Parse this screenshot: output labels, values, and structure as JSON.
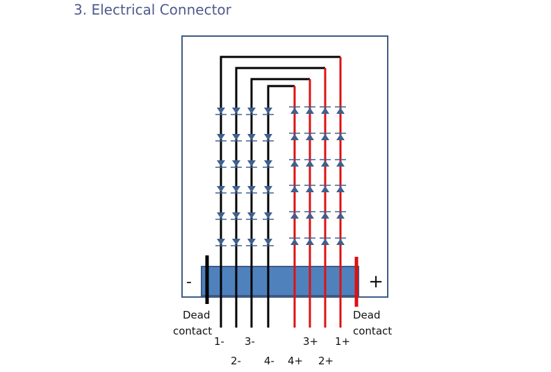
{
  "heading": "3. Electrical Connector",
  "signs": {
    "minus": "-",
    "plus": "+"
  },
  "dead_contact": {
    "line1": "Dead",
    "line2": "contact"
  },
  "terminals": [
    "1-",
    "2-",
    "3-",
    "4-",
    "4+",
    "3+",
    "2+",
    "1+"
  ],
  "colors": {
    "negative_wire": "#000000",
    "positive_wire": "#dd1111",
    "frame": "#3d5a84",
    "connector_block": "#4f81bd",
    "diode": "#3f5f8f"
  },
  "icons": {
    "led": "diode-icon"
  }
}
